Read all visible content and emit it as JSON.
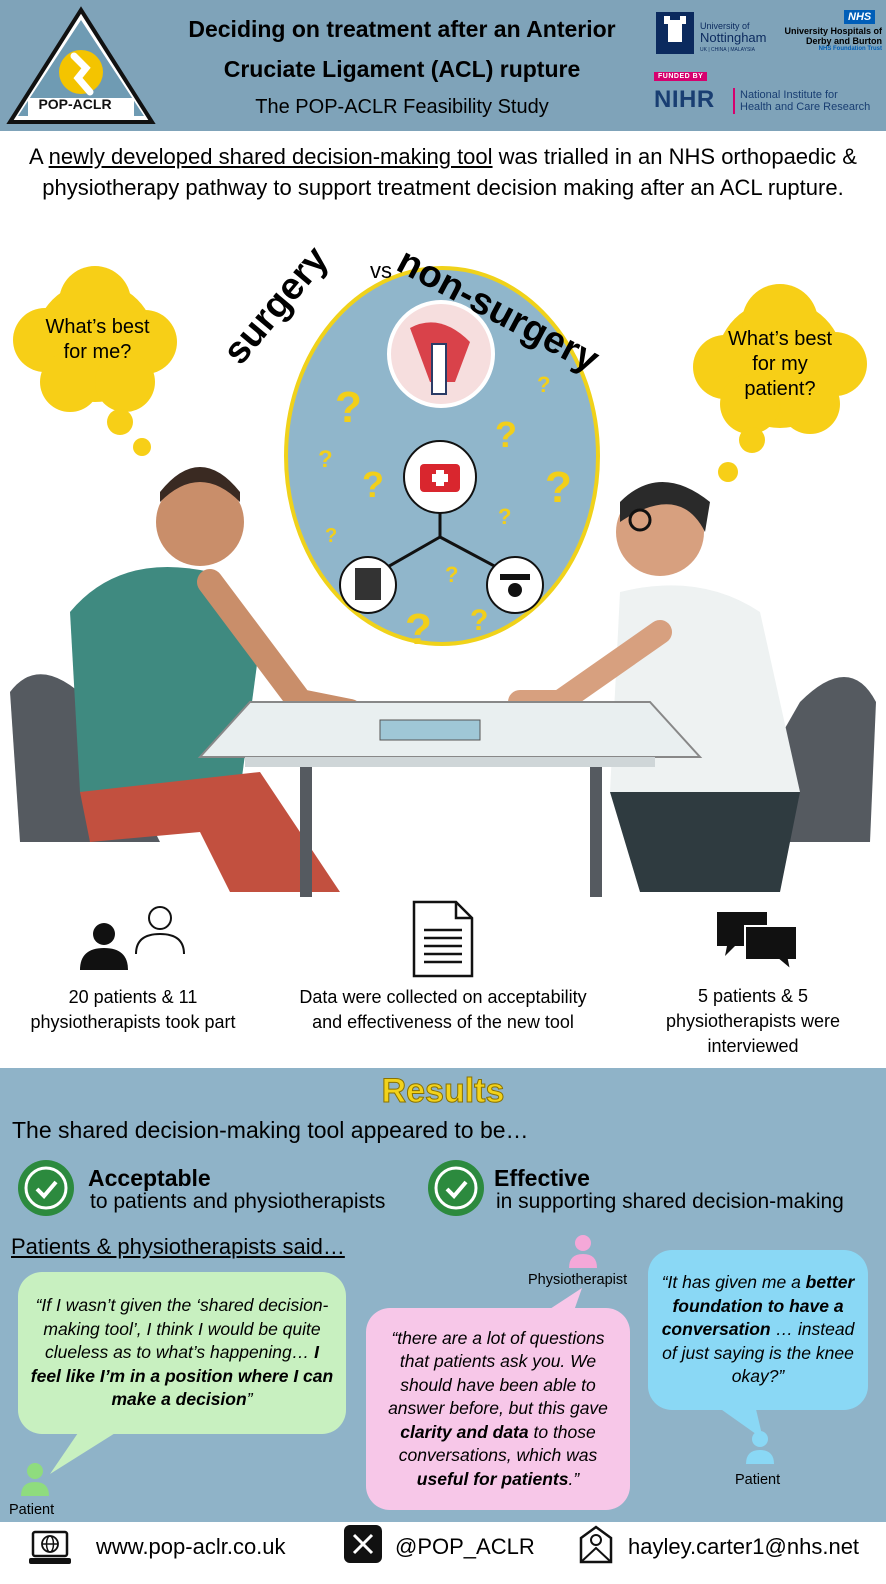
{
  "header": {
    "logo_text": "POP-ACLR",
    "title_line1": "Deciding on treatment after an Anterior",
    "title_line2": "Cruciate Ligament (ACL) rupture",
    "subtitle": "The POP-ACLR Feasibility Study",
    "uon_text_line1": "University of",
    "uon_text_line2": "Nottingham",
    "uon_text_line3": "UK | CHINA | MALAYSIA",
    "nhs_badge": "NHS",
    "uhdb_text": "University Hospitals of Derby and Burton",
    "uhdb_sub": "NHS Foundation Trust",
    "funded_by": "FUNDED BY",
    "nihr": "NIHR",
    "nihr_text_line1": "National Institute for",
    "nihr_text_line2": "Health and Care Research"
  },
  "intro": {
    "prefix": "A ",
    "underlined": "newly developed shared decision-making tool",
    "rest": " was trialled in an NHS orthopaedic & physiotherapy pathway to support treatment decision making after an ACL rupture."
  },
  "illustration": {
    "arc_left": "surgery",
    "arc_vs": "vs",
    "arc_right": "non-surgery",
    "patient_thought": "What’s best for me?",
    "clinician_thought": "What’s best for my patient?"
  },
  "stats": [
    {
      "icon": "people-icon",
      "text": "20 patients & 11 physiotherapists took part"
    },
    {
      "icon": "document-icon",
      "text": "Data were collected on acceptability and effectiveness of the new tool"
    },
    {
      "icon": "chat-icon",
      "text": "5 patients & 5 physiotherapists were interviewed"
    }
  ],
  "results": {
    "title": "Results",
    "intro": "The shared decision-making tool appeared to be…",
    "acceptable_head": "Acceptable",
    "acceptable_sub": "to patients and physiotherapists",
    "effective_head": "Effective",
    "effective_sub": "in supporting shared decision-making",
    "said": "Patients & physiotherapists said…"
  },
  "quotes": {
    "q1_a": "“If I wasn’t given the ‘shared decision-making tool’, I think I would be quite clueless as to what’s happening… ",
    "q1_b": "I feel like I’m in a position where I can make a decision",
    "q1_c": "”",
    "q1_label": "Patient",
    "q2_a": "“there are a lot of questions that patients ask you. We should have been able to answer before, but this gave ",
    "q2_b": "clarity and data",
    "q2_c": " to those conversations, which was ",
    "q2_d": "useful for patients",
    "q2_e": ".”",
    "q2_label": "Physiotherapist",
    "q3_a": "“It has given me a ",
    "q3_b": "better foundation to have a conversation",
    "q3_c": " … instead of just saying is the knee okay?”",
    "q3_label": "Patient"
  },
  "footer": {
    "website": "www.pop-aclr.co.uk",
    "twitter": "@POP_ACLR",
    "email": "hayley.carter1@nhs.net"
  },
  "colors": {
    "header_bg": "#7fa3b9",
    "results_bg": "#8fb3c8",
    "results_title": "#f2d21b",
    "check_green": "#2c8a3e",
    "quote_green": "#c8f0c0",
    "quote_pink": "#f7c7e8",
    "quote_blue": "#8ad8f5",
    "thought_yellow": "#f7cf17"
  }
}
